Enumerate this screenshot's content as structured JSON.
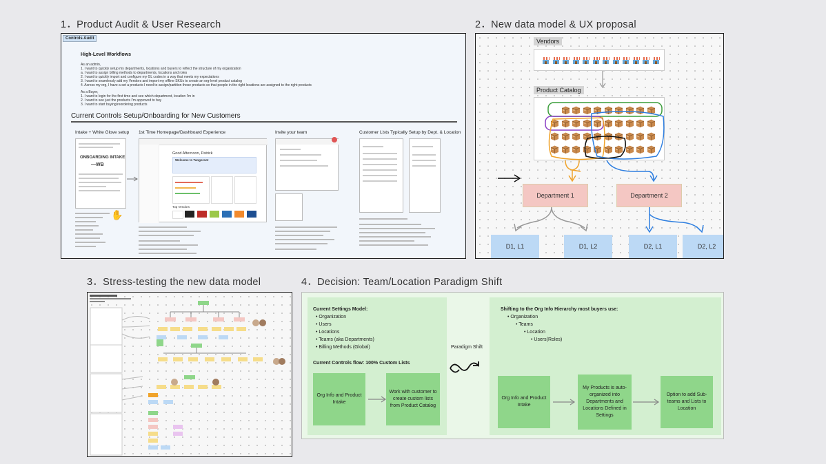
{
  "sections": {
    "s1": "1．Product Audit & User Research",
    "s2": "2．New data model & UX proposal",
    "s3": "3．Stress-testing the new data model",
    "s4": "4．Decision: Team/Location Paradigm Shift"
  },
  "audit": {
    "tag": "Controls Audit",
    "hl_title": "High-Level Workflows",
    "admin_label": "As an admin,",
    "admin_items": [
      "1. I want to quickly setup my departments, locations and buyers to reflect the structure of my organization",
      "    a. I want to assign billing methods to departments, locations and roles",
      "2. I want to quickly import and configure my GL codes in a way that meets my expectations",
      "3. I want to seamlessly add my Vendors and import my offline SKUs to create an org-level product catalog",
      "4. Across my org, I have a set a products I need to assign/partition those products so that people in the right locations are assigned to the right products"
    ],
    "buyer_label": "As a Buyer,",
    "buyer_items": [
      "1. I want to login for the first time and see which department, location I'm in",
      "2. I want to see just the products I'm approved to buy",
      "3. I want to start buying/reordering products"
    ],
    "big_heading": "Current Controls Setup/Onboarding for New Customers",
    "cols": [
      "Intake + White Glove setup",
      "1st Time Homepage/Dashboard Experience",
      "Invite your team",
      "Customer Lists Typically Setup by Dept. & Location"
    ],
    "onboarding_text": "ONBOARDING INTAKE",
    "greeting": "Good Afternoon, Patrick",
    "welcome": "Welcome to Tangoroot",
    "top_vendors": "Top Vendors"
  },
  "model": {
    "vendors_label": "Vendors",
    "catalog_label": "Product Catalog",
    "dept1": "Department 1",
    "dept2": "Department 2",
    "leaves": [
      "D1, L1",
      "D1, L2",
      "D2, L1",
      "D2, L2"
    ]
  },
  "decision": {
    "left_heading": "Current Settings Model:",
    "left_items": [
      "Organization",
      "Users",
      "Locations",
      "Teams (aka Departments)",
      "Billing Methods (Global)"
    ],
    "flow_heading": "Current Controls flow: 100% Custom Lists",
    "left_box1": "Org Info and Product Intake",
    "left_box2": "Work with customer to create custom lists from Product Catalog",
    "paradigm": "Paradigm Shift",
    "right_heading": "Shifting to the Org Info Hierarchy most buyers use:",
    "right_items": [
      "Organization",
      "Teams",
      "Location",
      "Users(Roles)"
    ],
    "right_box1": "Org Info and Product Intake",
    "right_box2": "My Products is auto-organized into Departments and Locations Defined in Settings",
    "right_box3": "Option to add Sub-teams and Lists to Location"
  }
}
